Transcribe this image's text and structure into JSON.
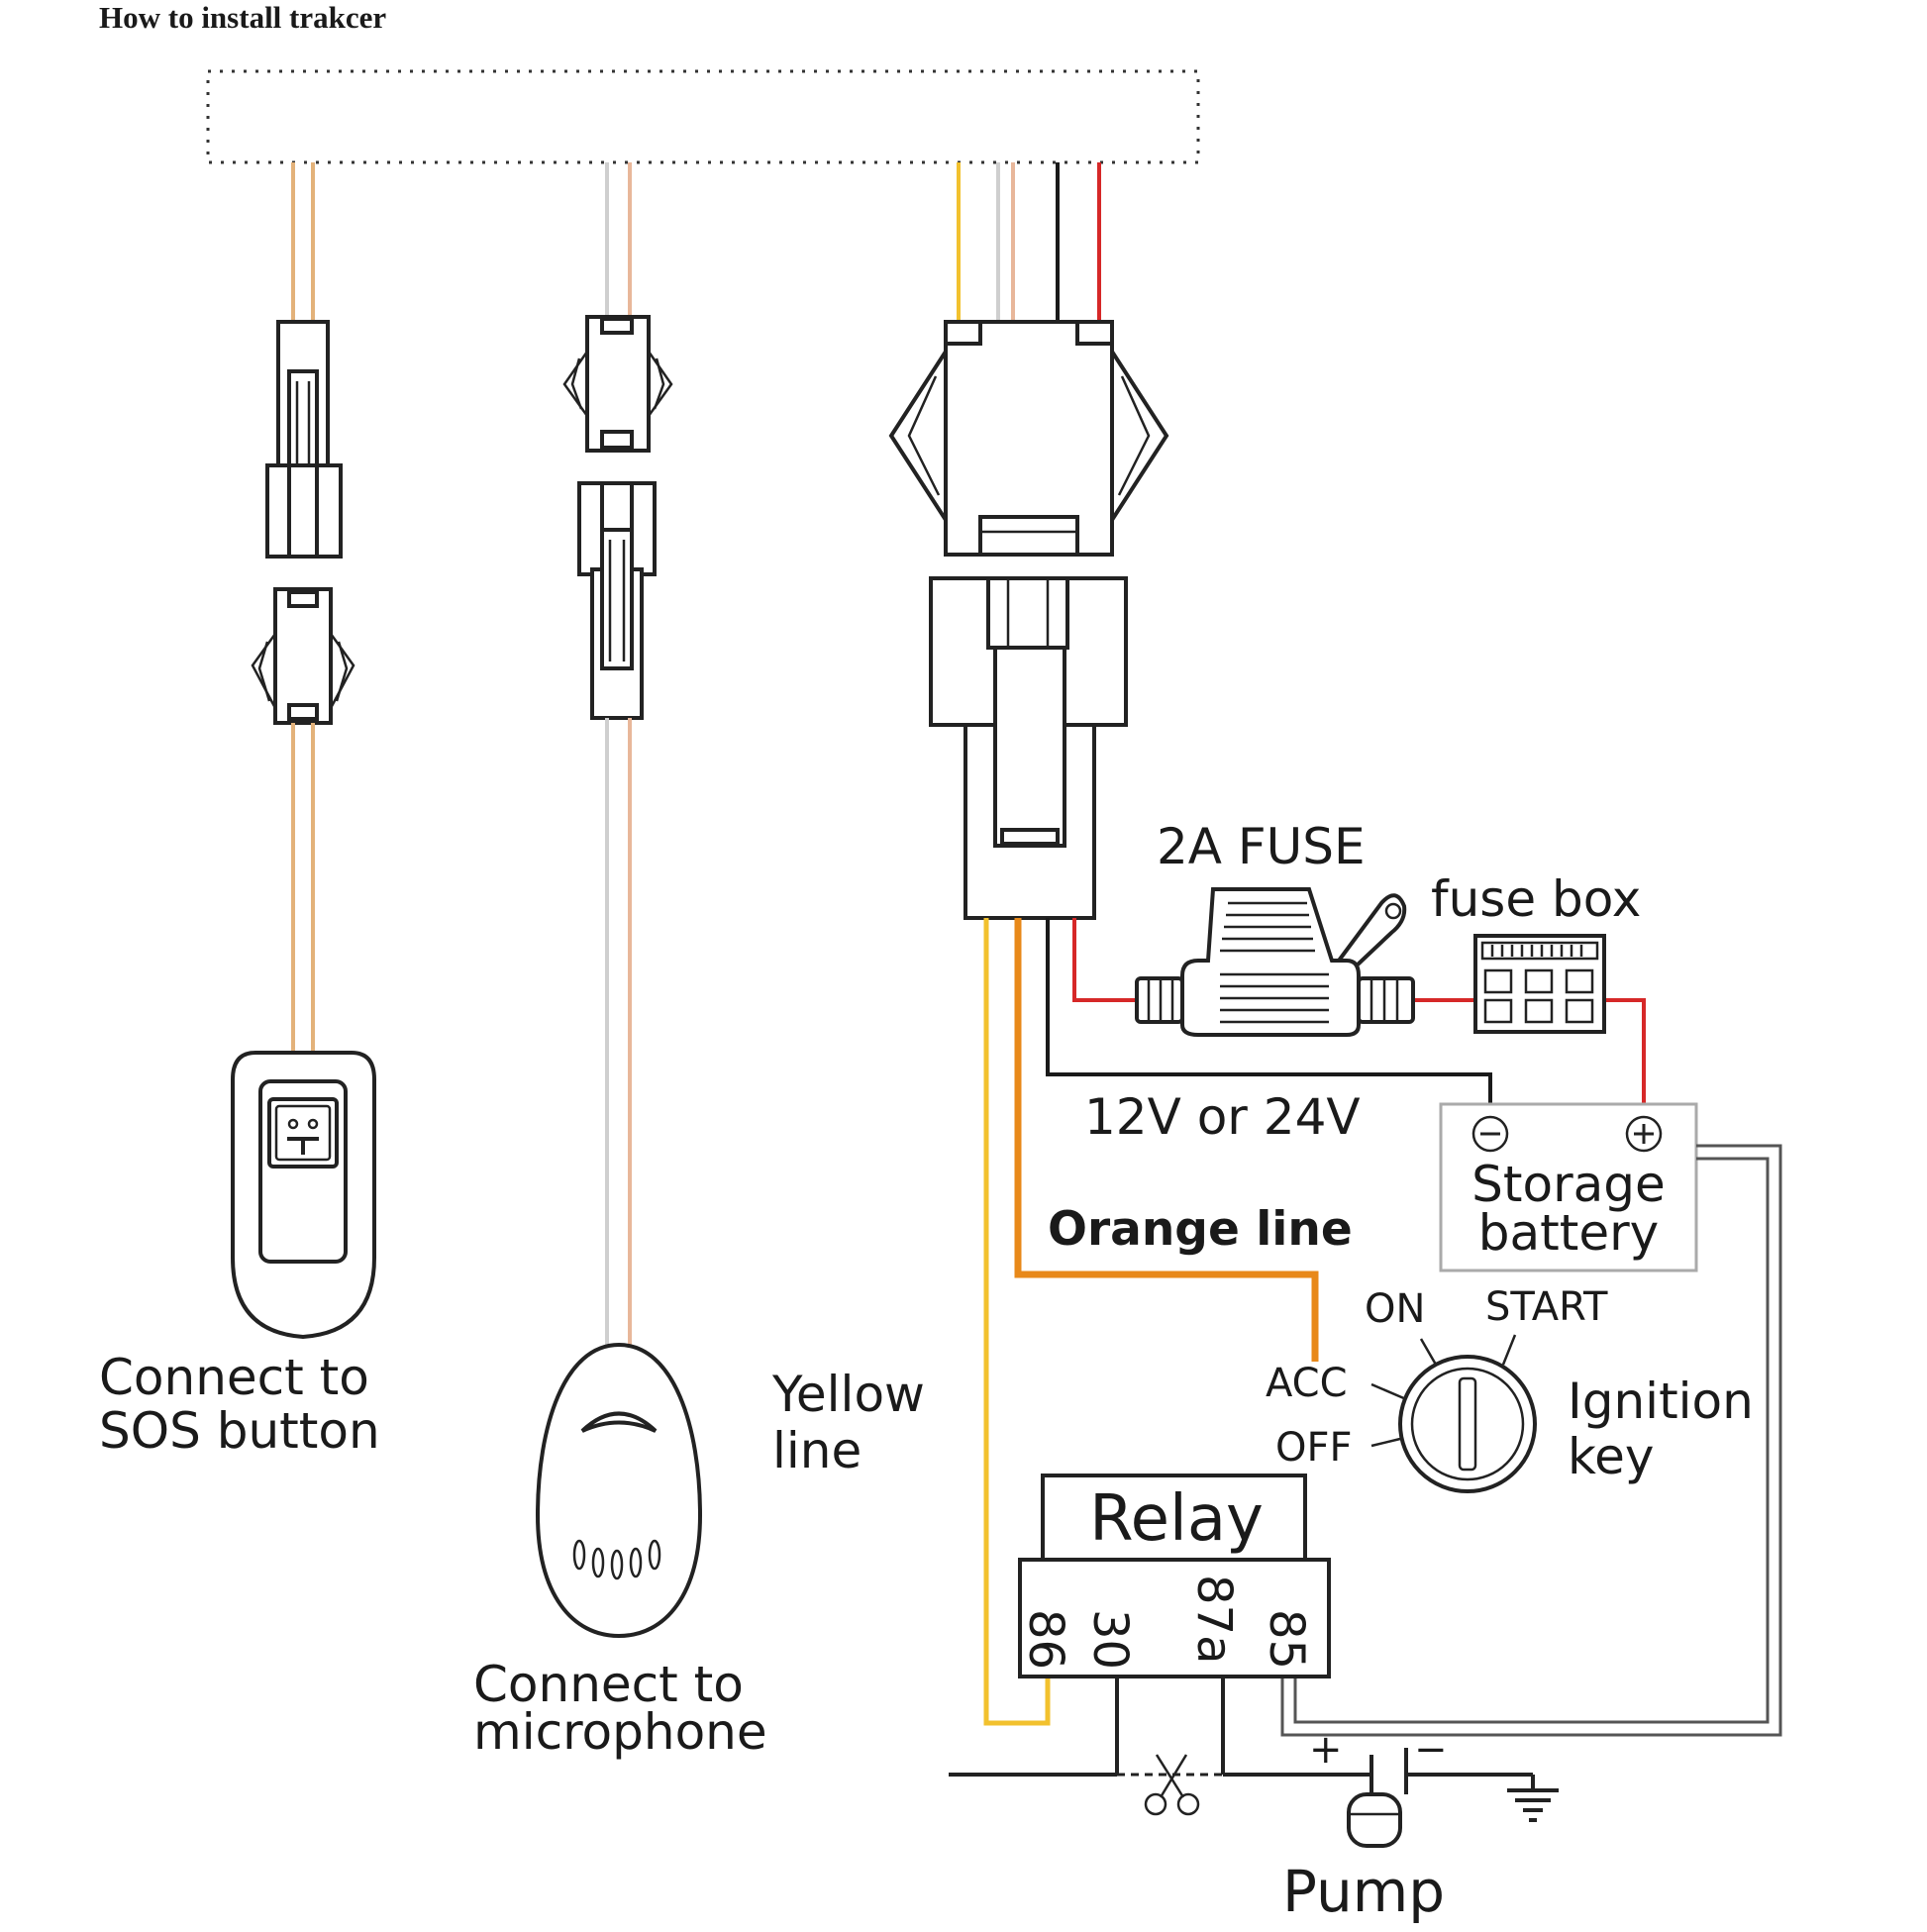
{
  "title": "How to install trakcer",
  "labels": {
    "fuse": "2A FUSE",
    "fuse_box": "fuse box",
    "voltage": "12V or 24V",
    "battery_line1": "Storage",
    "battery_line2": "battery",
    "orange_line": "Orange line",
    "yellow_line1": "Yellow",
    "yellow_line2": "line",
    "sos_line1": "Connect to",
    "sos_line2": "SOS button",
    "mic_line1": "Connect to",
    "mic_line2": "microphone",
    "ign_on": "ON",
    "ign_start": "START",
    "ign_acc": "ACC",
    "ign_off": "OFF",
    "ignition_line1": "Ignition",
    "ignition_line2": "key",
    "relay": "Relay",
    "pin_86": "86",
    "pin_30": "30",
    "pin_87a": "87a",
    "pin_85": "85",
    "pump": "Pump",
    "plus": "+",
    "minus": "−"
  },
  "colors": {
    "red_wire": "#d62828",
    "black_wire": "#1a1a1a",
    "yellow_wire": "#f2c12e",
    "orange_wire": "#e8891a",
    "tan_wire": "#e3b27a",
    "peach_wire": "#e8b79a",
    "grey_wire": "#cfcfcf"
  }
}
